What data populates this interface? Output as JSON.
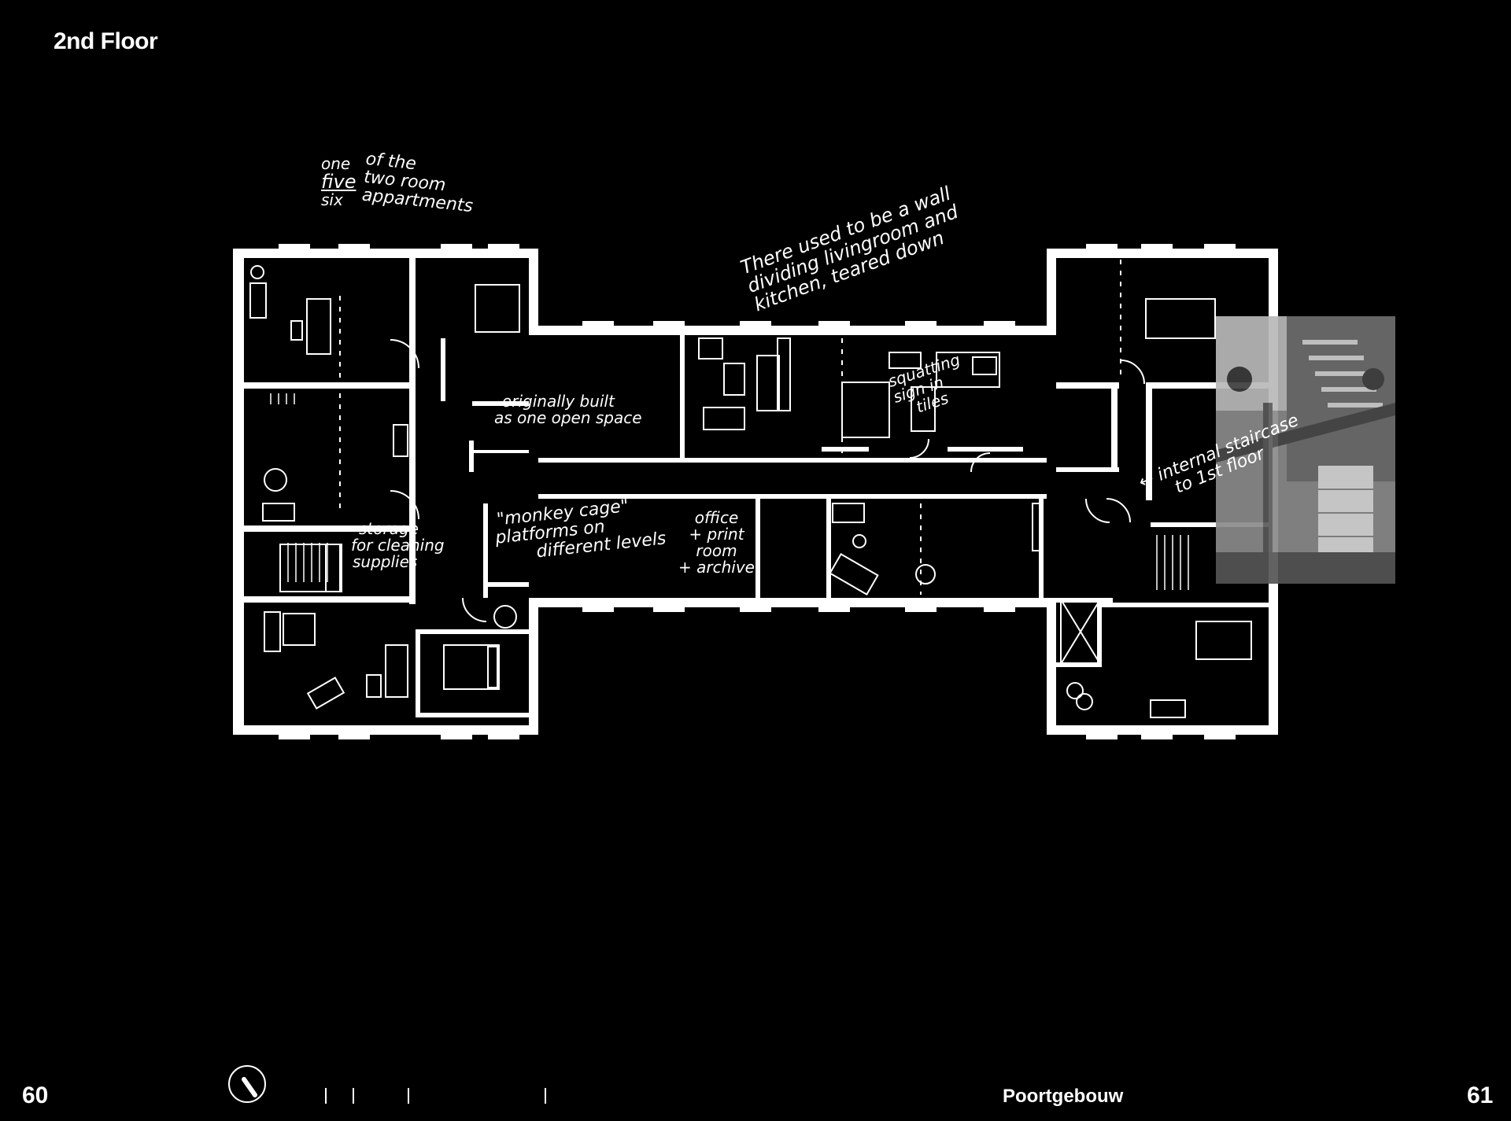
{
  "page": {
    "title": "2nd Floor",
    "page_left": "60",
    "page_right": "61",
    "building": "Poortgebouw"
  },
  "annotations": {
    "apartments": [
      "one",
      "five",
      "six",
      "of the",
      "two room",
      "appartments"
    ],
    "wall": [
      "There used to be a wall",
      "dividing livingroom and",
      "kitchen, teared down"
    ],
    "open_space": [
      "originally built",
      "as one open space"
    ],
    "squatting": [
      "squatting",
      "sign in",
      "tiles"
    ],
    "staircase": [
      "internal staircase",
      "to 1st floor"
    ],
    "storage": [
      "storage",
      "for cleaning",
      "supplies"
    ],
    "monkey": [
      "\"monkey cage\"",
      "platforms on",
      "different levels"
    ],
    "office": [
      "office",
      "+ print",
      "room",
      "+ archive"
    ]
  },
  "colors": {
    "background": "#000000",
    "walls": "#ffffff"
  },
  "icons": {
    "compass": "north-arrow-icon"
  }
}
